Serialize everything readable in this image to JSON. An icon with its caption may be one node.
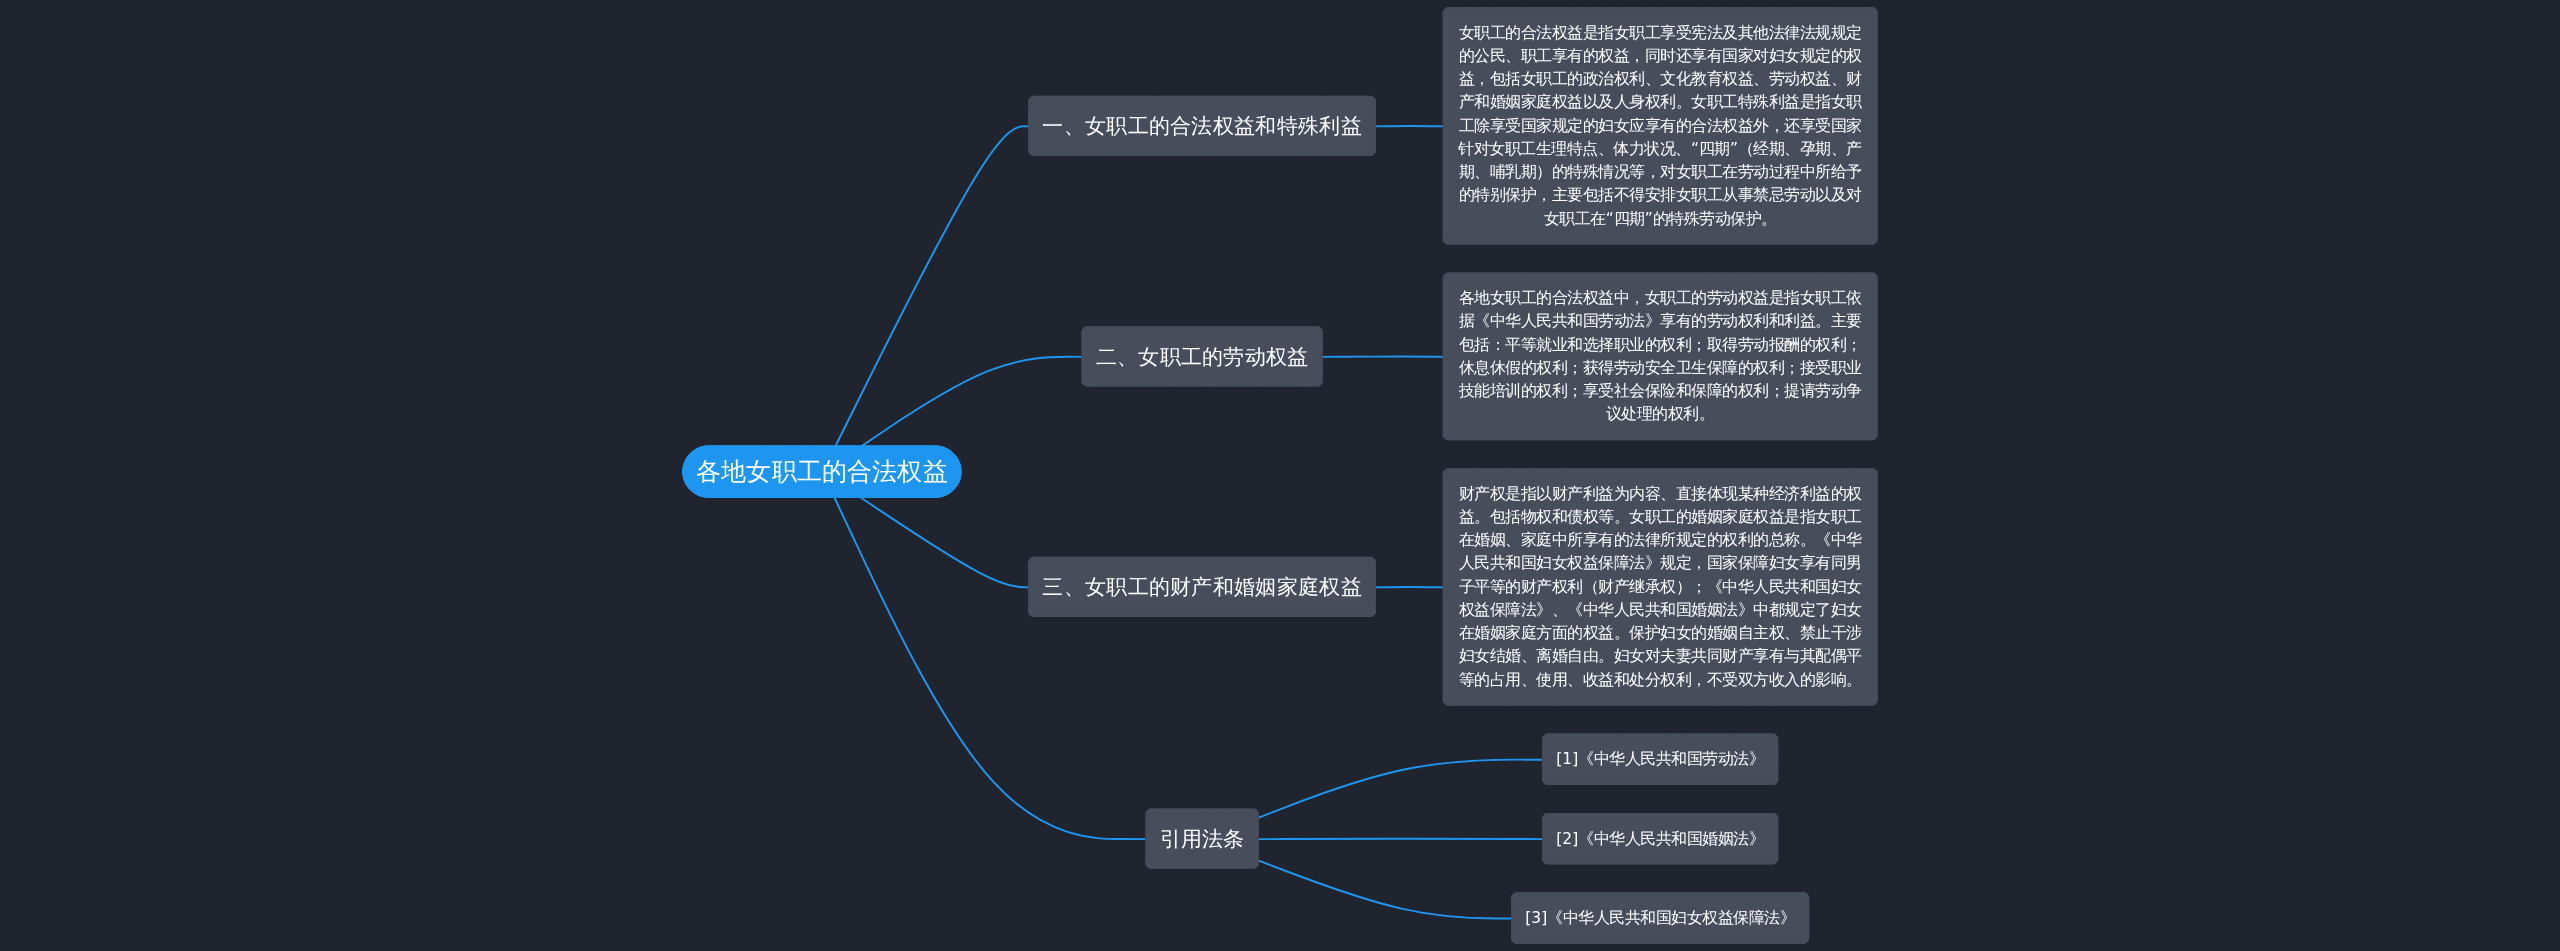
{
  "diagram": {
    "nodes": [
      {
        "text": [
          "各地女职工的合法权益"
        ]
      },
      {
        "text": [
          "一、女职工的合法权益和特殊利益"
        ]
      },
      {
        "text": [
          "女职工的合法权益是指女职工享受宪法及其他法律法规规定的公民、职工享有的权益，同时还享有国家对妇女规定的权益，包括女职工的政治权利、文化教育权益、劳动权益、财产和婚姻家庭权益以及人身权利。女职工特殊利益是指女职工除享受国家规定的妇女应享有的合法权益外，还享受国家针对女职工生理特点、体力状况、“四期”（经期、孕期、产期、哺乳期）的特殊情况等，对女职工在劳动过程中所给予的特别保护，主要包括不得安排女职工从事禁忌劳动以及对女职工在“四期”的特殊劳动保护。"
        ]
      },
      {
        "text": [
          "二、女职工的劳动权益"
        ]
      },
      {
        "text": [
          "各地女职工的合法权益中，女职工的劳动权益是指女职工依据《中华人民共和国劳动法》享有的劳动权利和利益。主要包括：平等就业和选择职业的权利；取得劳动报酬的权利；休息休假的权利；获得劳动安全卫生保障的权利；接受职业技能培训的权利；享受社会保险和保障的权利；提请劳动争议处理的权利。"
        ]
      },
      {
        "text": [
          "三、女职工的财产和婚姻家庭权益"
        ]
      },
      {
        "text": [
          "财产权是指以财产利益为内容、直接体现某种经济利益的权益。包括物权和债权等。女职工的婚姻家庭权益是指女职工在婚姻、家庭中所享有的法律所规定的权利的总称。《中华人民共和国妇女权益保障法》规定，国家保障妇女享有同男子平等的财产权利（财产继承权）；《中华人民共和国妇女权益保障法》、《中华人民共和国婚姻法》中都规定了妇女在婚姻家庭方面的权益。保护妇女的婚姻自主权、禁止干涉妇女结婚、离婚自由。妇女对夫妻共同财产享有与其配偶平等的占用、使用、收益和处分权利，不受双方收入的影响。"
        ]
      },
      {
        "text": [
          "引用法条"
        ]
      },
      {
        "text": [
          "[1]《中华人民共和国劳动法》"
        ]
      },
      {
        "text": [
          "[2]《中华人民共和国婚姻法》"
        ]
      },
      {
        "text": [
          "[3]《中华人民共和国妇女权益保障法》"
        ]
      }
    ],
    "edges": [
      {
        "from": 0,
        "to": 1,
        "arrow": "none"
      },
      {
        "from": 1,
        "to": 2,
        "arrow": "none"
      },
      {
        "from": 0,
        "to": 3,
        "arrow": "none"
      },
      {
        "from": 3,
        "to": 4,
        "arrow": "none"
      },
      {
        "from": 0,
        "to": 5,
        "arrow": "none"
      },
      {
        "from": 5,
        "to": 6,
        "arrow": "none"
      },
      {
        "from": 0,
        "to": 7,
        "arrow": "none"
      },
      {
        "from": 7,
        "to": 8,
        "arrow": "none"
      },
      {
        "from": 7,
        "to": 9,
        "arrow": "none"
      },
      {
        "from": 7,
        "to": 10,
        "arrow": "none"
      }
    ]
  }
}
